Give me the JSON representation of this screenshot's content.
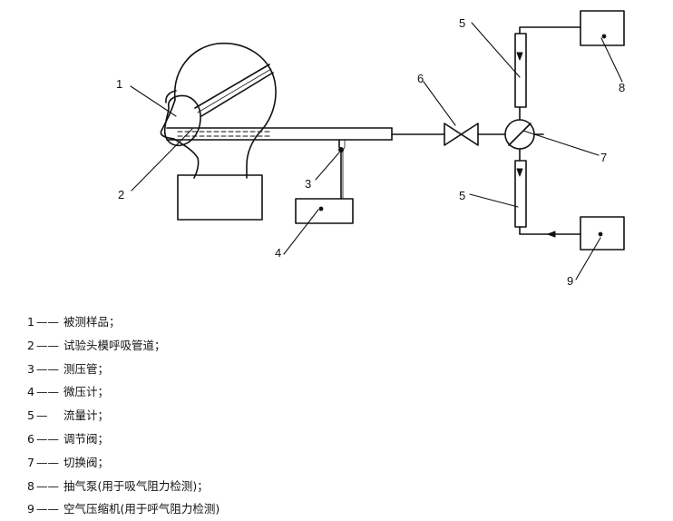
{
  "callouts": {
    "c1": "1",
    "c2": "2",
    "c3": "3",
    "c4": "4",
    "c5_top": "5",
    "c5_bottom": "5",
    "c6": "6",
    "c7": "7",
    "c8": "8",
    "c9": "9"
  },
  "legend": [
    {
      "num": "1",
      "dash": "——",
      "text": "被测样品；"
    },
    {
      "num": "2",
      "dash": "——",
      "text": "试验头模呼吸管道；"
    },
    {
      "num": "3",
      "dash": "——",
      "text": "测压管；"
    },
    {
      "num": "4",
      "dash": "——",
      "text": "微压计；"
    },
    {
      "num": "5",
      "dash": "—",
      "text": "流量计；"
    },
    {
      "num": "6",
      "dash": "——",
      "text": "调节阀；"
    },
    {
      "num": "7",
      "dash": "——",
      "text": "切换阀；"
    },
    {
      "num": "8",
      "dash": "——",
      "text": "抽气泵(用于吸气阻力检测)；"
    },
    {
      "num": "9",
      "dash": "——",
      "text": "空气压缩机(用于呼气阻力检测)"
    }
  ]
}
